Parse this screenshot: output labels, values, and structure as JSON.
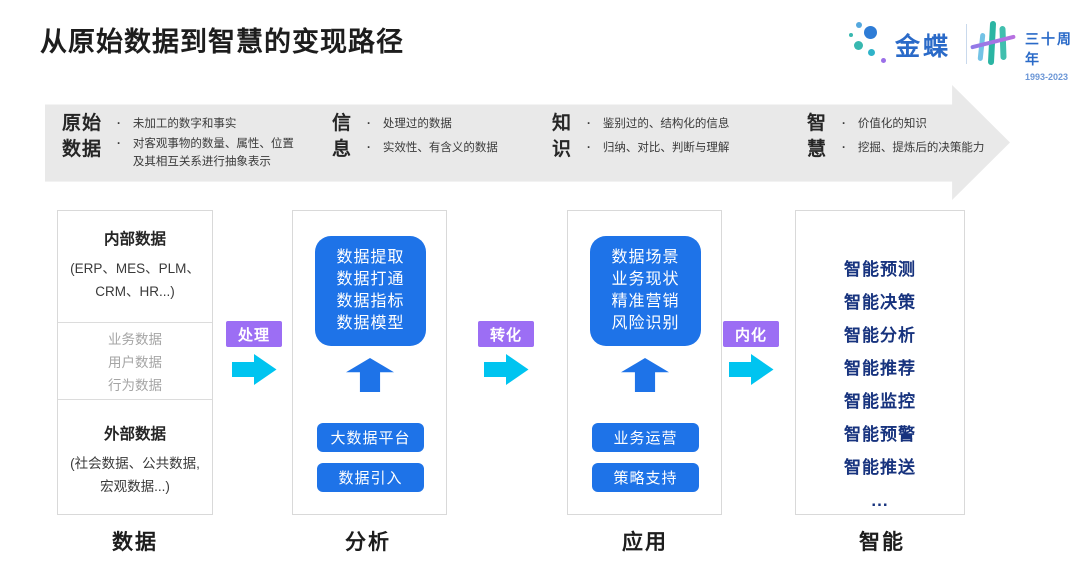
{
  "page": {
    "title": "从原始数据到智慧的变现路径"
  },
  "logo": {
    "brand": "金蝶",
    "anniversary": "三十周年",
    "years": "1993-2023"
  },
  "banner": {
    "stages": [
      {
        "name": "原始\n数据",
        "bullets": [
          "未加工的数字和事实",
          "对客观事物的数量、属性、位置及其相互关系进行抽象表示"
        ]
      },
      {
        "name": "信\n息",
        "bullets": [
          "处理过的数据",
          "实效性、有含义的数据"
        ]
      },
      {
        "name": "知\n识",
        "bullets": [
          "鉴别过的、结构化的信息",
          "归纳、对比、判断与理解"
        ]
      },
      {
        "name": "智\n慧",
        "bullets": [
          "价值化的知识",
          "挖掘、提炼后的决策能力"
        ]
      }
    ]
  },
  "columns": {
    "data": {
      "label": "数据",
      "internal_title": "内部数据",
      "internal_detail_1": "(ERP、MES、PLM、",
      "internal_detail_2": "CRM、HR...)",
      "middle_items": [
        "业务数据",
        "用户数据",
        "行为数据"
      ],
      "external_title": "外部数据",
      "external_detail_1": "(社会数据、公共数据,",
      "external_detail_2": "宏观数据...)"
    },
    "analysis": {
      "label": "分析",
      "card_lines": [
        "数据提取",
        "数据打通",
        "数据指标",
        "数据模型"
      ],
      "buttons": [
        "大数据平台",
        "数据引入"
      ]
    },
    "application": {
      "label": "应用",
      "card_lines": [
        "数据场景",
        "业务现状",
        "精准营销",
        "风险识别"
      ],
      "buttons": [
        "业务运营",
        "策略支持"
      ]
    },
    "intelligence": {
      "label": "智能",
      "items": [
        "智能预测",
        "智能决策",
        "智能分析",
        "智能推荐",
        "智能监控",
        "智能预警",
        "智能推送",
        "..."
      ]
    }
  },
  "connectors": [
    {
      "label": "处理"
    },
    {
      "label": "转化"
    },
    {
      "label": "内化"
    }
  ],
  "colors": {
    "banner_gray": "#E9E9E9",
    "primary_blue": "#1E73E8",
    "label_purple": "#9C6EF4",
    "arrow_cyan": "#00C4F0",
    "intel_navy": "#17337E",
    "brand_blue": "#2A6AC8",
    "brand_teal": "#2BB5A3"
  }
}
